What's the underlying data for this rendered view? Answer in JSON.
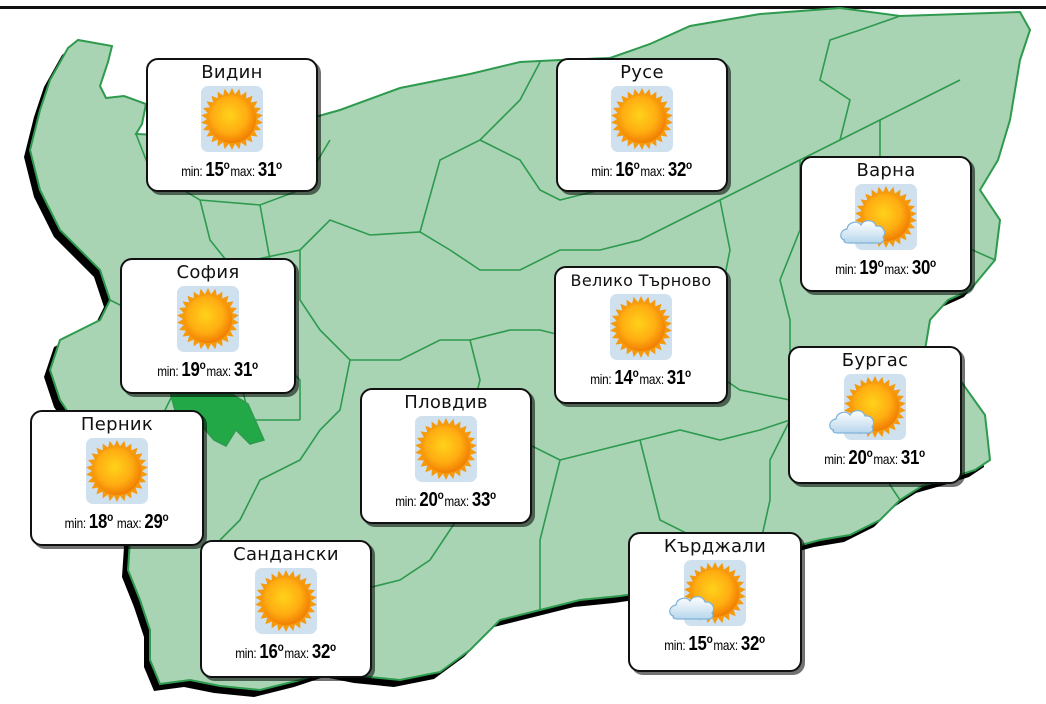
{
  "colors": {
    "land": "#a8d4b4",
    "border": "#2e9a4e",
    "shadow": "#000000",
    "highlight": "#22a846",
    "icon_bg": "#cfe0ee"
  },
  "labels": {
    "min": "min:",
    "max": "max:",
    "deg": "o"
  },
  "cities": [
    {
      "key": "vidin",
      "name": "Видин",
      "min": "15",
      "max": "31",
      "icon": "sunny"
    },
    {
      "key": "ruse",
      "name": "Русе",
      "min": "16",
      "max": "32",
      "icon": "sunny"
    },
    {
      "key": "varna",
      "name": "Варна",
      "min": "19",
      "max": "30",
      "icon": "partly-cloudy"
    },
    {
      "key": "sofia",
      "name": "София",
      "min": "19",
      "max": "31",
      "icon": "sunny"
    },
    {
      "key": "veliko-tarnovo",
      "name": "Велико Търново",
      "min": "14",
      "max": "31",
      "icon": "sunny"
    },
    {
      "key": "burgas",
      "name": "Бургас",
      "min": "20",
      "max": "31",
      "icon": "partly-cloudy"
    },
    {
      "key": "pernik",
      "name": "Перник",
      "min": "18",
      "max": "29",
      "icon": "sunny"
    },
    {
      "key": "plovdiv",
      "name": "Пловдив",
      "min": "20",
      "max": "33",
      "icon": "sunny"
    },
    {
      "key": "sandanski",
      "name": "Сандански",
      "min": "16",
      "max": "32",
      "icon": "sunny"
    },
    {
      "key": "kardzhali",
      "name": "Кърджали",
      "min": "15",
      "max": "32",
      "icon": "partly-cloudy"
    }
  ]
}
